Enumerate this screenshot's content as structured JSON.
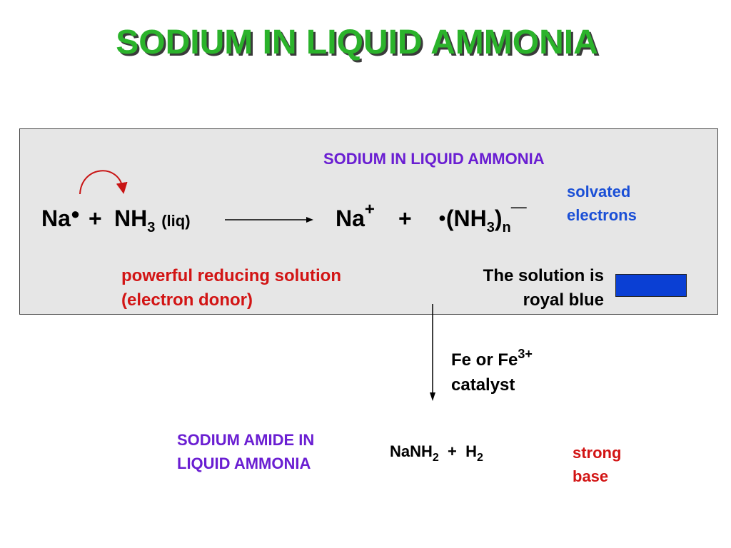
{
  "title": "SODIUM IN LIQUID AMMONIA",
  "panel": {
    "heading": "SODIUM IN LIQUID AMMONIA",
    "reactants": {
      "na": "Na",
      "plus": "+",
      "nh": "NH",
      "nh_sub": "3",
      "state": "(liq)"
    },
    "products": {
      "na": "Na",
      "na_charge": "+",
      "plus": "+",
      "open": "(NH",
      "sub3": "3",
      "close": ")",
      "sub_n": "n",
      "charge": "—"
    },
    "solvated_line1": "solvated",
    "solvated_line2": "electrons",
    "reducing_line1": "powerful reducing solution",
    "reducing_line2": "(electron donor)",
    "solution_line1": "The solution is",
    "solution_line2": "royal blue",
    "swatch_color": "#0a3fd4"
  },
  "catalyst": {
    "line1_prefix": "Fe or Fe",
    "line1_charge": "3+",
    "line2": "catalyst"
  },
  "amide": {
    "label_line1": "SODIUM AMIDE IN",
    "label_line2": "LIQUID AMMONIA",
    "formula_a": "NaNH",
    "formula_a_sub": "2",
    "plus": "+",
    "formula_b": "H",
    "formula_b_sub": "2",
    "note_line1": "strong",
    "note_line2": "base"
  }
}
